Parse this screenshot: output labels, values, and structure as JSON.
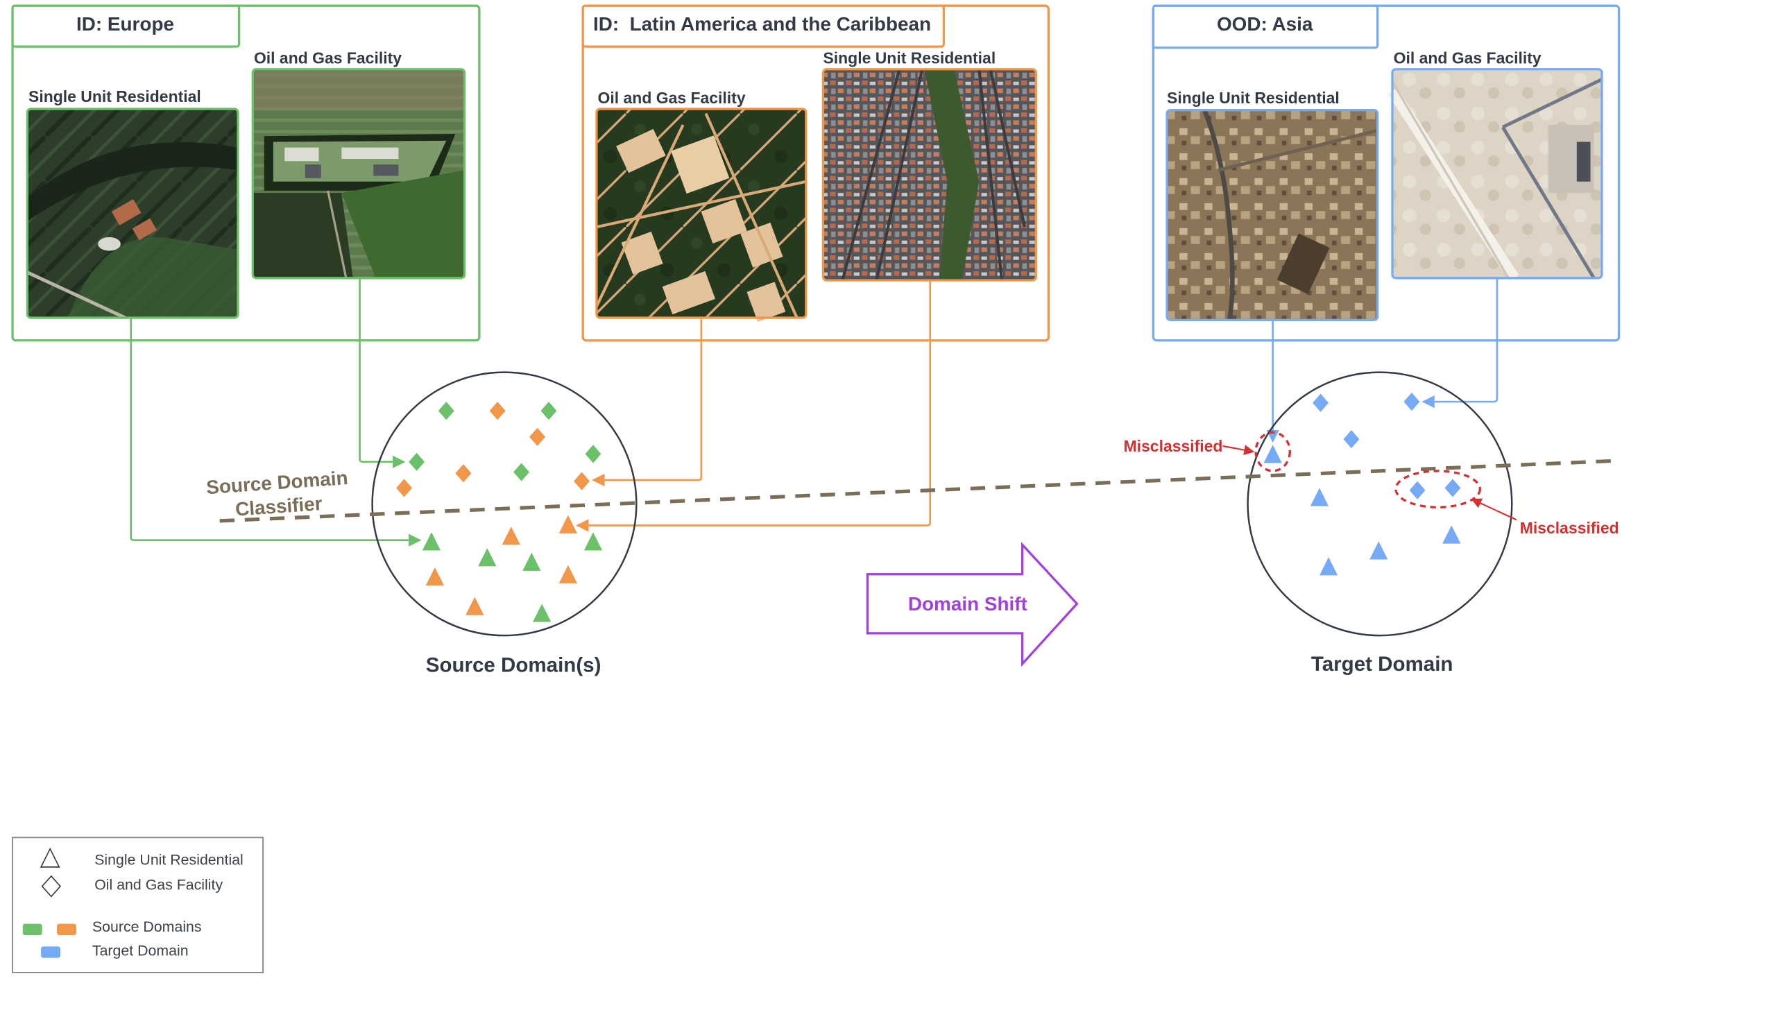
{
  "colors": {
    "europe": "#6cc06a",
    "latam": "#f0974a",
    "asia": "#76aaf5",
    "classifier": "#7a6e58",
    "misclassified": "#d3302f",
    "domain_shift": "#a23fdd",
    "text": "#333a45",
    "circle": "#333a45"
  },
  "panels": {
    "europe": {
      "title": "ID: Europe",
      "left_image_label": "Single Unit Residential",
      "right_image_label": "Oil and Gas Facility"
    },
    "latam": {
      "title": "ID:  Latin America and the Caribbean",
      "left_image_label": "Oil and Gas Facility",
      "right_image_label": "Single Unit Residential"
    },
    "asia": {
      "title": "OOD: Asia",
      "left_image_label": "Single Unit Residential",
      "right_image_label": "Oil and Gas Facility"
    }
  },
  "source_domain": {
    "label": "Source Domain(s)",
    "classifier_label_line1": "Source Domain",
    "classifier_label_line2": "Classifier",
    "points": [
      {
        "shape": "diamond",
        "domain": "europe"
      },
      {
        "shape": "diamond",
        "domain": "latam"
      },
      {
        "shape": "diamond",
        "domain": "europe"
      },
      {
        "shape": "diamond",
        "domain": "latam"
      },
      {
        "shape": "diamond",
        "domain": "europe"
      },
      {
        "shape": "diamond",
        "domain": "latam"
      },
      {
        "shape": "diamond",
        "domain": "europe"
      },
      {
        "shape": "diamond",
        "domain": "europe"
      },
      {
        "shape": "diamond",
        "domain": "latam"
      },
      {
        "shape": "diamond",
        "domain": "latam"
      },
      {
        "shape": "triangle",
        "domain": "europe"
      },
      {
        "shape": "triangle",
        "domain": "latam"
      },
      {
        "shape": "triangle",
        "domain": "latam"
      },
      {
        "shape": "triangle",
        "domain": "europe"
      },
      {
        "shape": "triangle",
        "domain": "europe"
      },
      {
        "shape": "triangle",
        "domain": "europe"
      },
      {
        "shape": "triangle",
        "domain": "latam"
      },
      {
        "shape": "triangle",
        "domain": "latam"
      },
      {
        "shape": "triangle",
        "domain": "latam"
      },
      {
        "shape": "triangle",
        "domain": "europe"
      }
    ]
  },
  "domain_shift": {
    "label": "Domain Shift"
  },
  "target_domain": {
    "label": "Target Domain",
    "misclassified_label_1": "Misclassified",
    "misclassified_label_2": "Misclassified",
    "points": [
      {
        "shape": "diamond",
        "domain": "asia"
      },
      {
        "shape": "diamond",
        "domain": "asia"
      },
      {
        "shape": "diamond",
        "domain": "asia"
      },
      {
        "shape": "diamond",
        "domain": "asia",
        "misclassified": true
      },
      {
        "shape": "diamond",
        "domain": "asia",
        "misclassified": true
      },
      {
        "shape": "triangle",
        "domain": "asia",
        "misclassified": true
      },
      {
        "shape": "triangle",
        "domain": "asia"
      },
      {
        "shape": "triangle",
        "domain": "asia"
      },
      {
        "shape": "triangle",
        "domain": "asia"
      },
      {
        "shape": "triangle",
        "domain": "asia"
      }
    ]
  },
  "legend": {
    "triangle_label": "Single Unit Residential",
    "diamond_label": "Oil and Gas Facility",
    "source_label": "Source Domains",
    "target_label": "Target Domain"
  }
}
